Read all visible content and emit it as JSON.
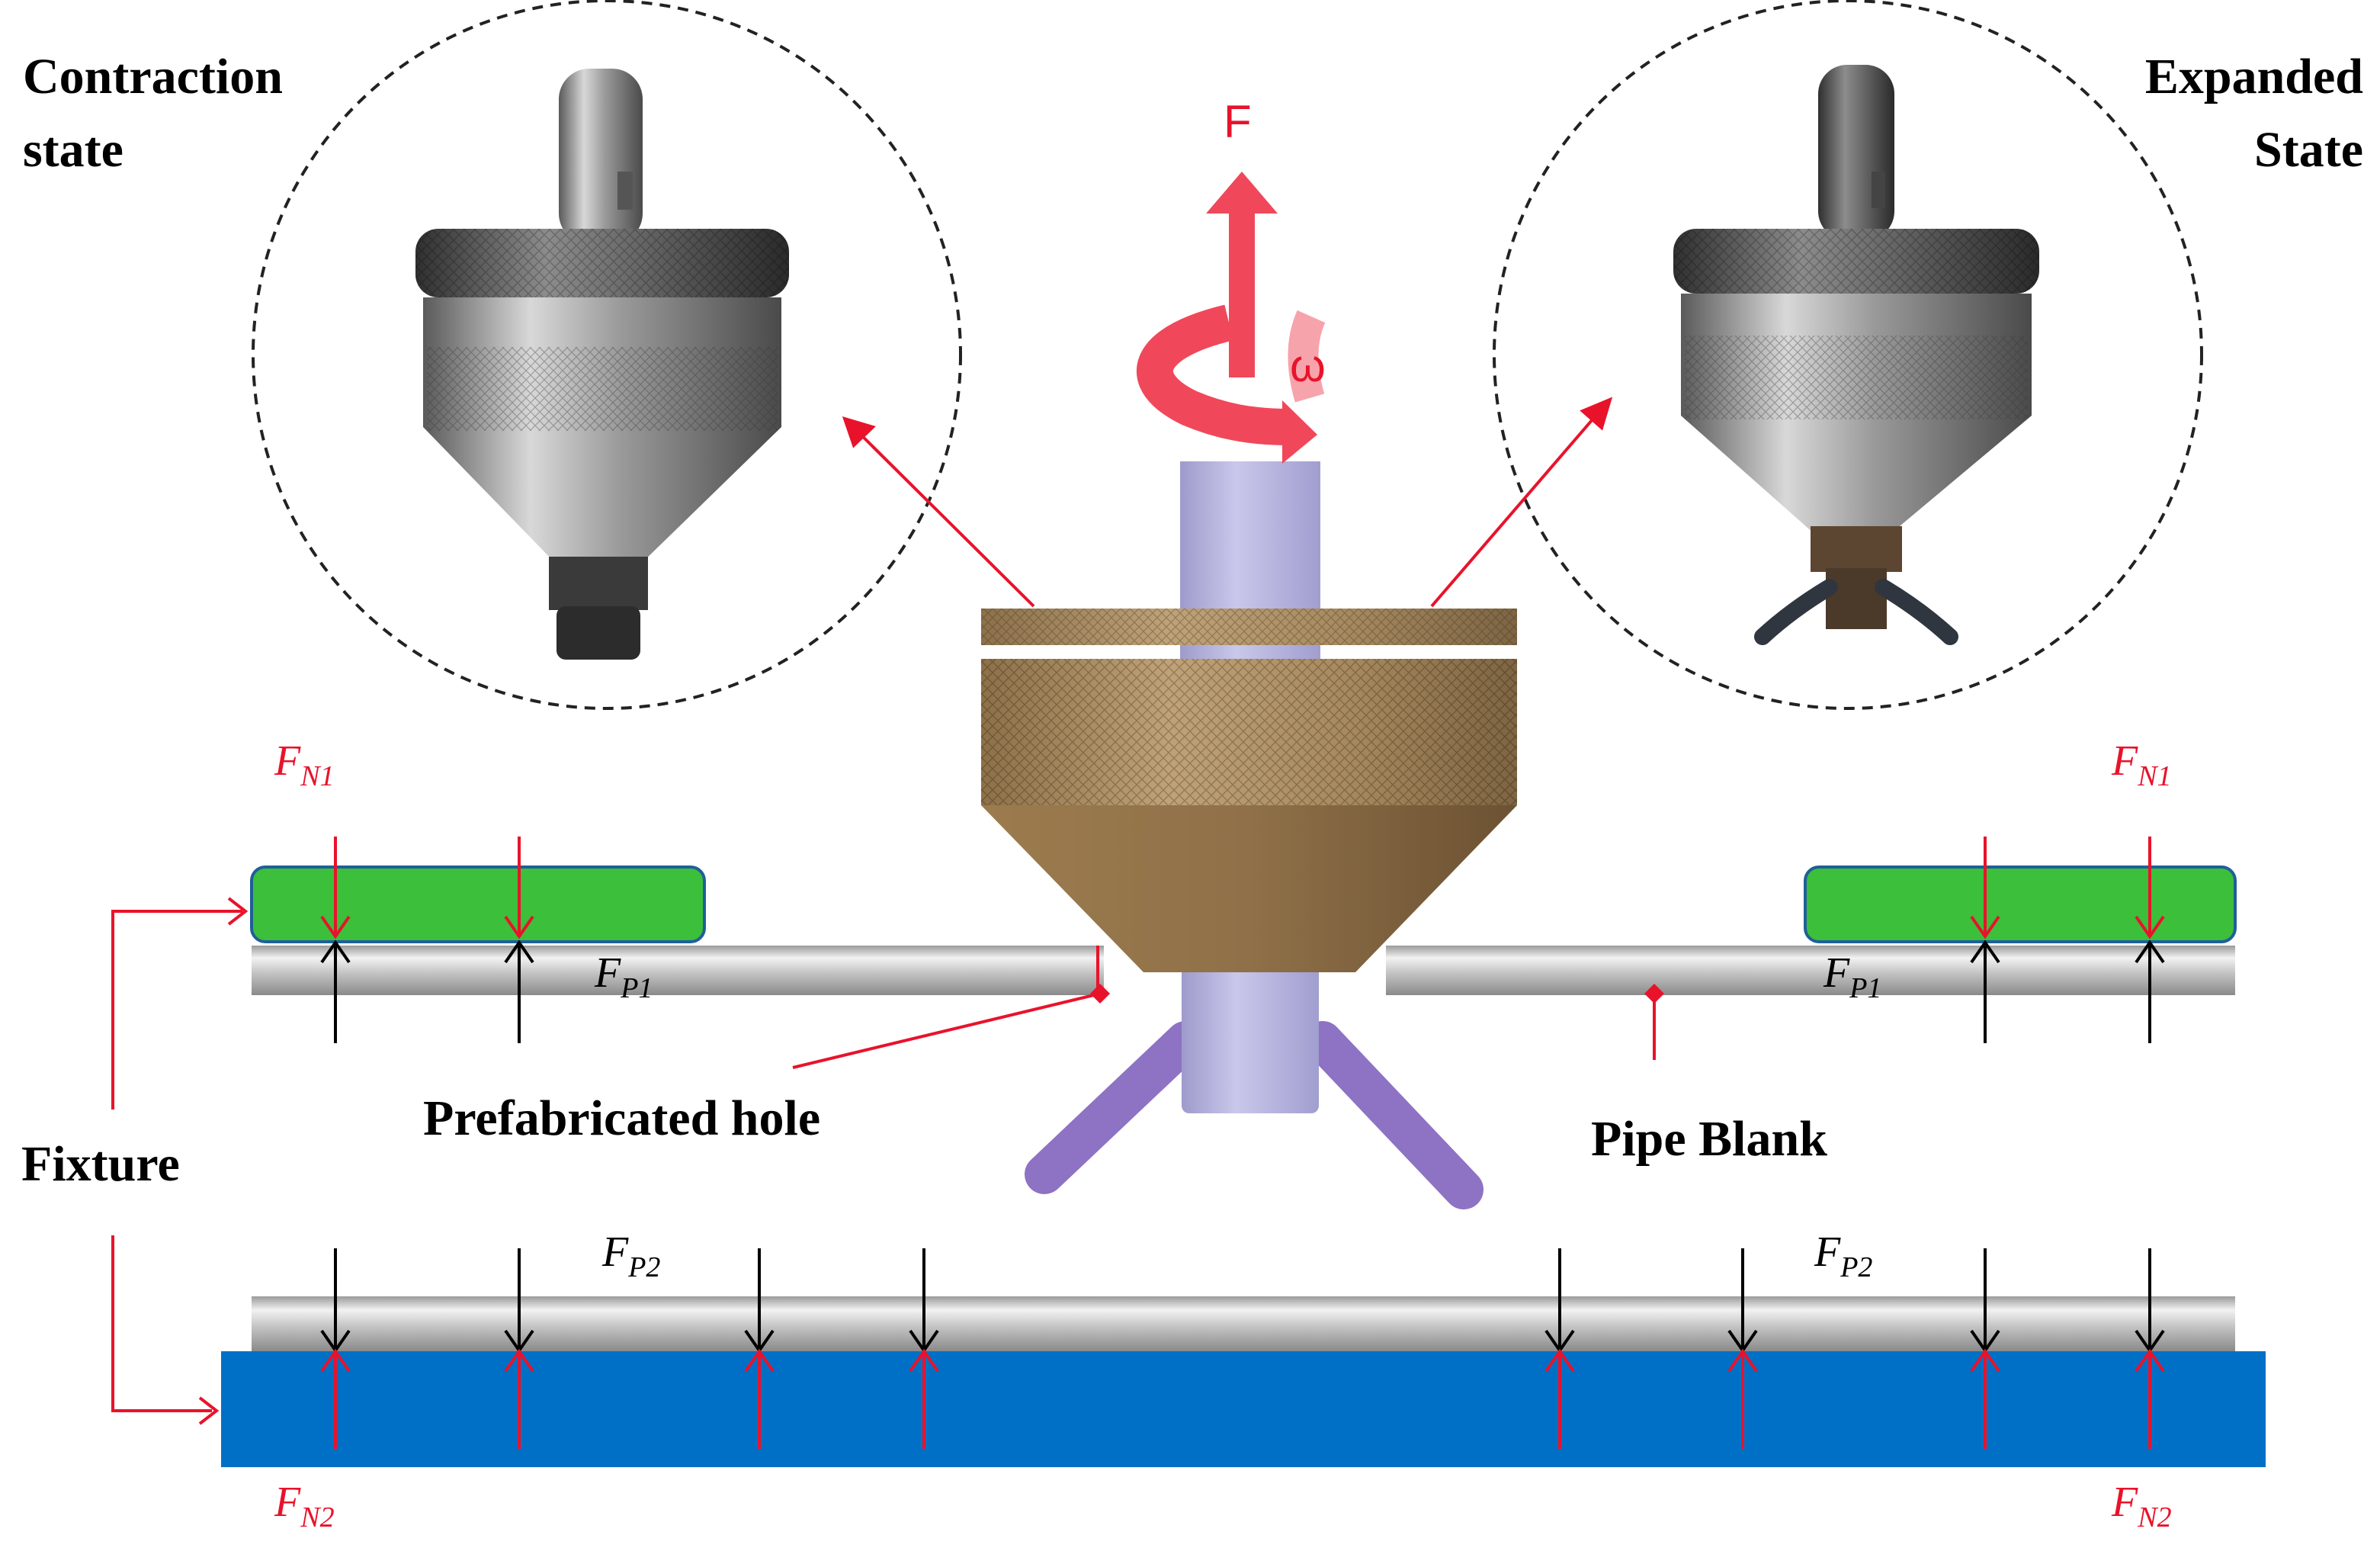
{
  "labels": {
    "contraction_line1": "Contraction",
    "contraction_line2": "state",
    "expanded_line1": "Expanded",
    "expanded_line2": "State",
    "force_F": "F",
    "omega": "ω",
    "prefabricated_hole": "Prefabricated hole",
    "pipe_blank": "Pipe Blank",
    "fixture": "Fixture"
  },
  "forces": {
    "fn1_left": {
      "main": "F",
      "sub": "N1"
    },
    "fn1_right": {
      "main": "F",
      "sub": "N1"
    },
    "fp1_left": {
      "main": "F",
      "sub": "P1"
    },
    "fp1_right": {
      "main": "F",
      "sub": "P1"
    },
    "fp2_left": {
      "main": "F",
      "sub": "P2"
    },
    "fp2_right": {
      "main": "F",
      "sub": "P2"
    },
    "fn2_left": {
      "main": "F",
      "sub": "N2"
    },
    "fn2_right": {
      "main": "F",
      "sub": "N2"
    }
  },
  "colors": {
    "force_red": "#e8132b",
    "clamp_green": "#3cbf3a",
    "fixture_blue": "#0070c6",
    "tool_bronze": "#a4865a",
    "shaft_lavender": "#b7b4dd",
    "arms_purple": "#8e72c4",
    "pipe_gray": "#c6c6c6"
  }
}
